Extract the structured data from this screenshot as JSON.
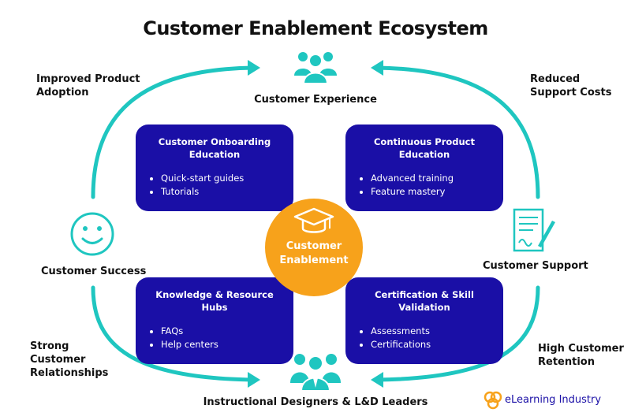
{
  "title": "Customer Enablement Ecosystem",
  "nodes": {
    "top": "Customer Experience",
    "left": "Customer Success",
    "right": "Customer Support",
    "bottom": "Instructional Designers & L&D Leaders"
  },
  "outcomes": {
    "top_left": "Improved Product Adoption",
    "top_right": "Reduced Support Costs",
    "bottom_left": "Strong Customer Relationships",
    "bottom_right": "High Customer Retention"
  },
  "center": {
    "label_line1": "Customer",
    "label_line2": "Enablement"
  },
  "cards": [
    {
      "title": "Customer Onboarding Education",
      "items": [
        "Quick-start guides",
        "Tutorials"
      ]
    },
    {
      "title": "Continuous Product Education",
      "items": [
        "Advanced training",
        "Feature mastery"
      ]
    },
    {
      "title": "Knowledge & Resource Hubs",
      "items": [
        "FAQs",
        "Help centers"
      ]
    },
    {
      "title": "Certification & Skill Validation",
      "items": [
        "Assessments",
        "Certifications"
      ]
    }
  ],
  "brand": "eLearning Industry",
  "colors": {
    "card": "#1a0fa6",
    "accent": "#1fc6c0",
    "center": "#f7a21b",
    "brand": "#1a0fa6"
  },
  "icons": {
    "top": "customer-group-icon",
    "left": "smiley-face-icon",
    "right": "document-pen-icon",
    "bottom": "team-in-ties-icon",
    "center": "graduation-cap-icon",
    "brand": "brand-logo-icon"
  }
}
